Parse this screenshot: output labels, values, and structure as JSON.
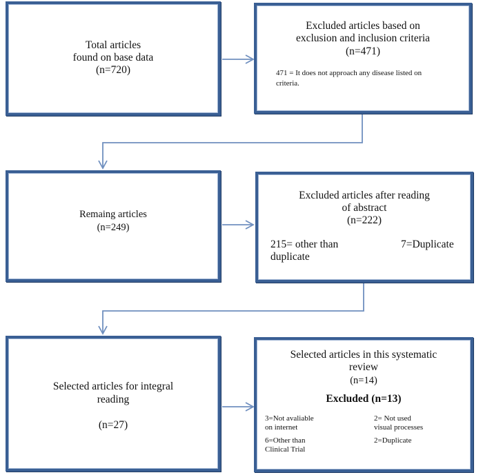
{
  "box1": {
    "line1": "Total articles",
    "line2": "found on base data",
    "count": "(n=720)"
  },
  "box2": {
    "line1": "Excluded articles based on",
    "line2": "exclusion and inclusion criteria",
    "count": "(n=471)",
    "note_line1": "471 = It does not approach any disease listed on",
    "note_line2": "criteria."
  },
  "box3": {
    "line1": "Remaing articles",
    "count": "(n=249)"
  },
  "box4": {
    "line1": "Excluded articles after reading",
    "line2": "of abstract",
    "count": "(n=222)",
    "left_line1": "215= other than",
    "left_line2": "duplicate",
    "right": "7=Duplicate"
  },
  "box5": {
    "line1": "Selected articles for integral",
    "line2": "reading",
    "count": "(n=27)"
  },
  "box6": {
    "line1": "Selected articles in this systematic",
    "line2": "review",
    "count": "(n=14)",
    "excluded": "Excluded (n=13)",
    "a_line1": "3=Not avaliable",
    "a_line2": "on internet",
    "b_line1": "2= Not used",
    "b_line2": "visual processes",
    "c_line1": "6=Other than",
    "c_line2": "Clinical Trial",
    "d": "2=Duplicate"
  },
  "colors": {
    "border": "#3a5f94",
    "connector": "#6f8fbf"
  }
}
